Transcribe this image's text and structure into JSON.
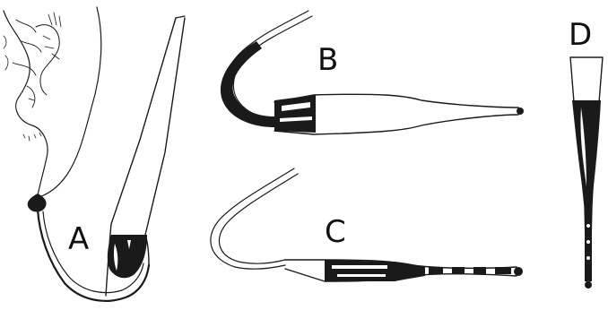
{
  "labels": {
    "a": "A",
    "b": "B",
    "c": "C",
    "d": "D"
  },
  "colors": {
    "ink": "#1a1a1a",
    "background": "#ffffff"
  }
}
